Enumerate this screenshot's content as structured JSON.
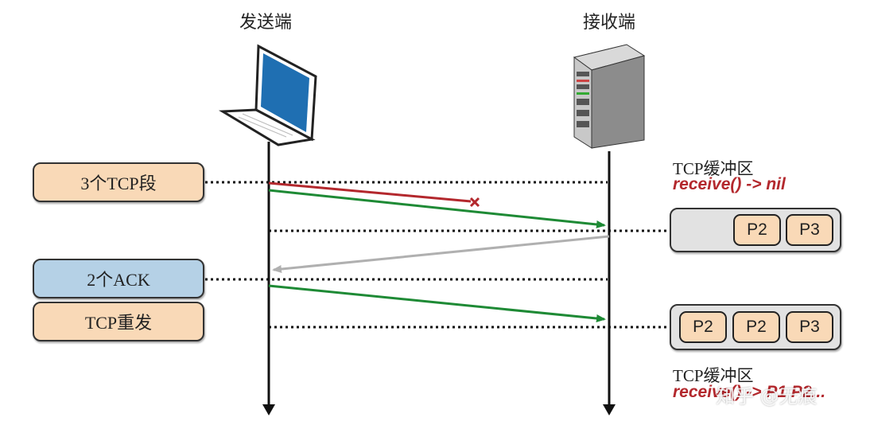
{
  "sender": {
    "label": "发送端"
  },
  "receiver": {
    "label": "接收端"
  },
  "events": {
    "segments": "3个TCP段",
    "acks": "2个ACK",
    "retransmit": "TCP重发"
  },
  "buffer_top": {
    "title": "TCP缓冲区",
    "code": "receive() -> nil",
    "packets": [
      "P2",
      "P3"
    ]
  },
  "buffer_bottom": {
    "title": "TCP缓冲区",
    "code": "receive() -> P1 P2...",
    "packets": [
      "P2",
      "P2",
      "P3"
    ]
  },
  "watermark": "知乎 @无痕",
  "colors": {
    "segment_pill": "#f9d9b7",
    "ack_pill": "#b5d1e6",
    "retransmit_pill": "#f9d9b7",
    "lost_arrow": "#b3282d",
    "ok_arrow": "#1e8a35",
    "ack_arrow": "#b0b0b0",
    "code_red": "#b3282d",
    "packet_fill": "#f9d9b7"
  }
}
